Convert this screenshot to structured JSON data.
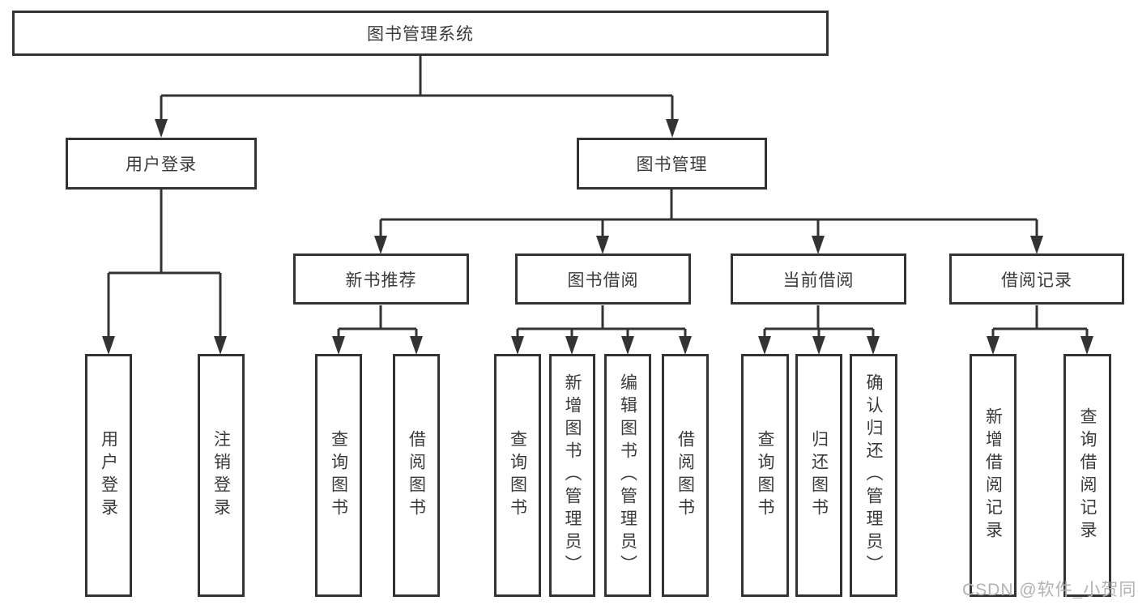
{
  "diagram": {
    "root": {
      "label": "图书管理系统"
    },
    "children": [
      {
        "label": "用户登录",
        "children": [
          {
            "label": "用户登录"
          },
          {
            "label": "注销登录"
          }
        ]
      },
      {
        "label": "图书管理",
        "children": [
          {
            "label": "新书推荐",
            "children": [
              {
                "label": "查询图书"
              },
              {
                "label": "借阅图书"
              }
            ]
          },
          {
            "label": "图书借阅",
            "children": [
              {
                "label": "查询图书"
              },
              {
                "label": "新增图书（管理员）"
              },
              {
                "label": "编辑图书（管理员）"
              },
              {
                "label": "借阅图书"
              }
            ]
          },
          {
            "label": "当前借阅",
            "children": [
              {
                "label": "查询图书"
              },
              {
                "label": "归还图书"
              },
              {
                "label": "确认归还（管理员）"
              }
            ]
          },
          {
            "label": "借阅记录",
            "children": [
              {
                "label": "新增借阅记录"
              },
              {
                "label": "查询借阅记录"
              }
            ]
          }
        ]
      }
    ]
  },
  "watermark": "CSDN @软件_小贺同学",
  "colors": {
    "line": "#333333",
    "text": "#3a3a3a",
    "watermark": "#b2b2b2",
    "background": "#ffffff"
  }
}
